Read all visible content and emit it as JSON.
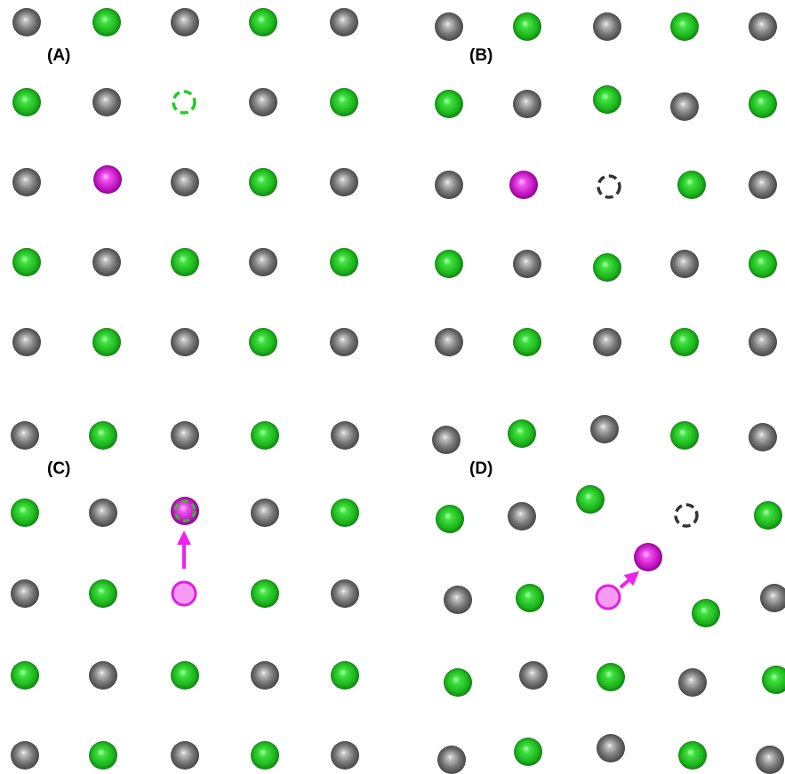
{
  "panels": [
    {
      "label": "(A)"
    },
    {
      "label": "(B)"
    },
    {
      "label": "(C)"
    },
    {
      "label": "(D)"
    }
  ],
  "colors": {
    "gray_atom": "#7a7a7a",
    "green_atom": "#22cc22",
    "magenta_atom": "#e020e0",
    "vacancy_green": "#22cc22",
    "vacancy_dark": "#333333",
    "arrow": "#ee22ee"
  }
}
